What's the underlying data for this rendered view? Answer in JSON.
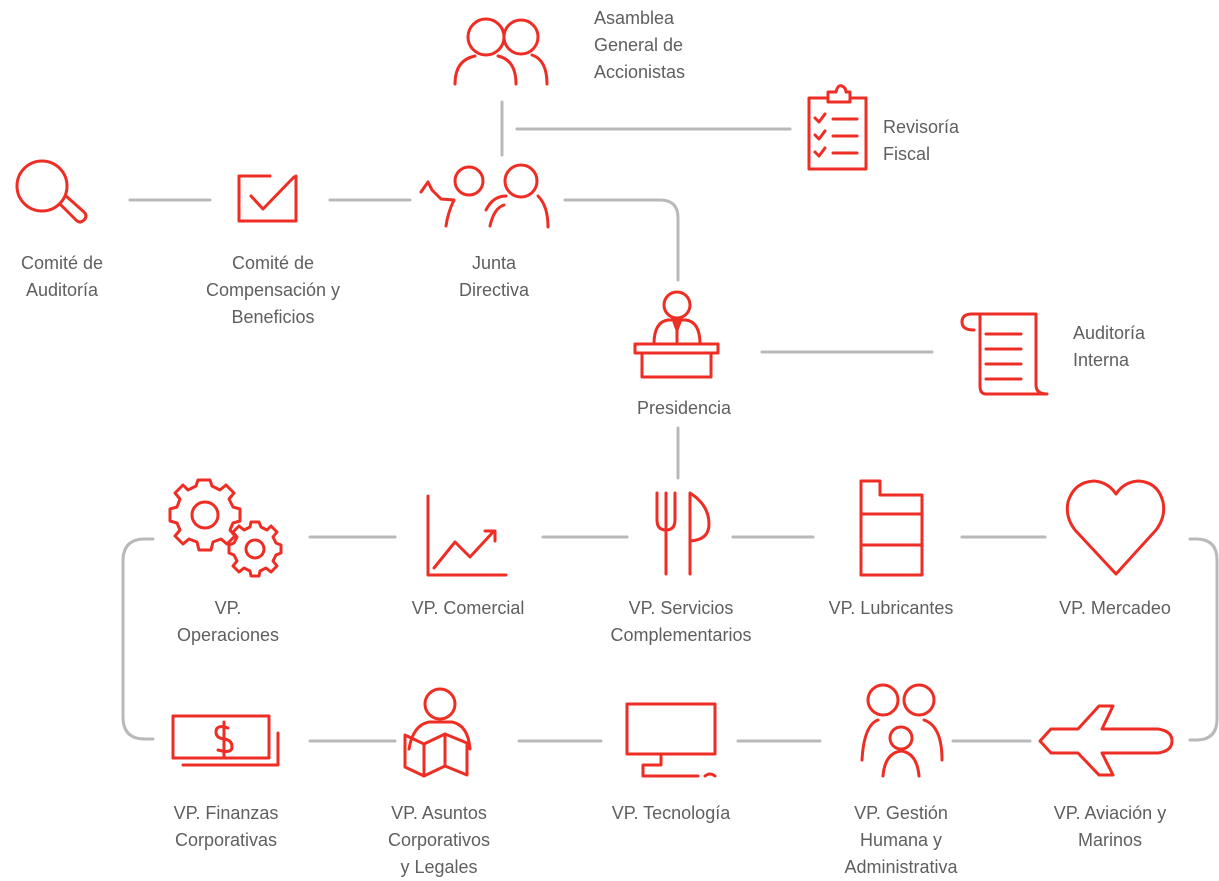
{
  "nodes": {
    "asamblea": {
      "lines": [
        "Asamblea",
        "General de",
        "Accionistas"
      ]
    },
    "revisoria": {
      "lines": [
        "Revisoría",
        "Fiscal"
      ]
    },
    "comite_aud": {
      "lines": [
        "Comité de",
        "Auditoría"
      ]
    },
    "comite_comp": {
      "lines": [
        "Comité de",
        "Compensación y",
        "Beneficios"
      ]
    },
    "junta": {
      "lines": [
        "Junta",
        "Directiva"
      ]
    },
    "presidencia": {
      "lines": [
        "Presidencia"
      ]
    },
    "aud_interna": {
      "lines": [
        "Auditoría",
        "Interna"
      ]
    },
    "vp_operaciones": {
      "lines": [
        "VP.",
        "Operaciones"
      ]
    },
    "vp_comercial": {
      "lines": [
        "VP. Comercial"
      ]
    },
    "vp_servicios": {
      "lines": [
        "VP. Servicios",
        "Complementarios"
      ]
    },
    "vp_lubricantes": {
      "lines": [
        "VP. Lubricantes"
      ]
    },
    "vp_mercadeo": {
      "lines": [
        "VP. Mercadeo"
      ]
    },
    "vp_finanzas": {
      "lines": [
        "VP. Finanzas",
        "Corporativas"
      ]
    },
    "vp_asuntos": {
      "lines": [
        "VP. Asuntos",
        "Corporativos",
        "y Legales"
      ]
    },
    "vp_tecnologia": {
      "lines": [
        "VP. Tecnología"
      ]
    },
    "vp_gestion": {
      "lines": [
        "VP. Gestión",
        "Humana y",
        "Administrativa"
      ]
    },
    "vp_aviacion": {
      "lines": [
        "VP. Aviación y",
        "Marinos"
      ]
    }
  },
  "colors": {
    "icon": "#ee2d24",
    "connector": "#b9b9b9",
    "text": "#5f5f5f"
  },
  "icons": {
    "asamblea": "people-icon",
    "revisoria": "checklist-icon",
    "comite_aud": "magnifier-icon",
    "comite_comp": "checkbox-icon",
    "junta": "board-people-icon",
    "presidencia": "speaker-podium-icon",
    "aud_interna": "scroll-icon",
    "vp_operaciones": "gears-icon",
    "vp_comercial": "growth-chart-icon",
    "vp_servicios": "fork-knife-icon",
    "vp_lubricantes": "oil-can-icon",
    "vp_mercadeo": "heart-icon",
    "vp_finanzas": "banknote-icon",
    "vp_asuntos": "person-map-icon",
    "vp_tecnologia": "computer-icon",
    "vp_gestion": "family-icon",
    "vp_aviacion": "airplane-icon"
  }
}
